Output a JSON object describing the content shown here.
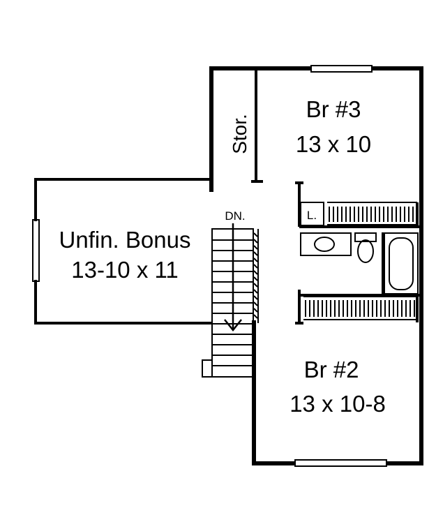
{
  "rooms": {
    "br3": {
      "name": "Br #3",
      "size": "13 x 10"
    },
    "br2": {
      "name": "Br #2",
      "size": "13 x 10-8"
    },
    "bonus": {
      "name": "Unfin. Bonus",
      "size": "13-10 x 11"
    },
    "storage": {
      "name": "Stor."
    }
  },
  "labels": {
    "stairs_down": "DN.",
    "linen": "L."
  },
  "colors": {
    "line": "#000000",
    "background": "#ffffff"
  }
}
